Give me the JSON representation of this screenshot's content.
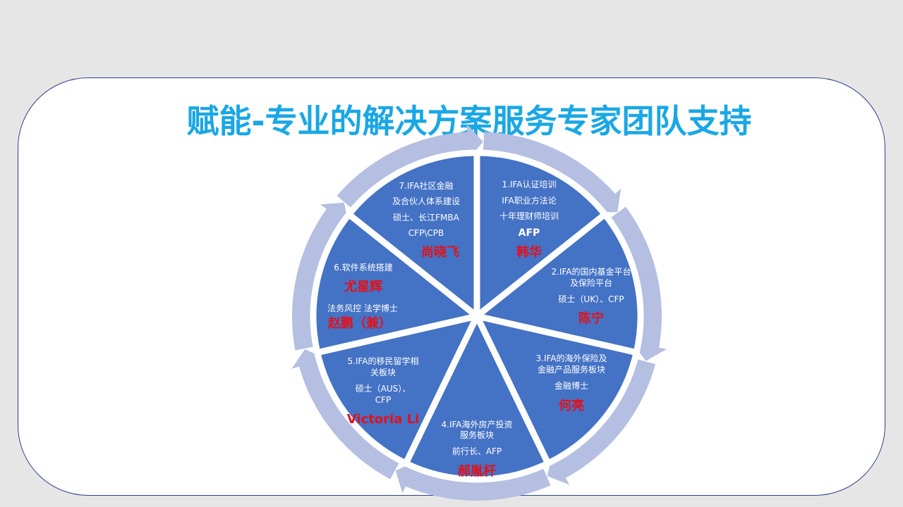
{
  "title": "赋能-专业的解决方案服务专家团队支持",
  "colors": {
    "background": "#e6e6e6",
    "panel_border": "#2f3f86",
    "title": "#1aa7e5",
    "segment_fill": "#4472c4",
    "ring": "#b4bfe2",
    "name_red": "#e3111b"
  },
  "segments": [
    {
      "lines": [
        "1.IFA认证培训",
        "IFA职业方法论",
        "十年理财师培训"
      ],
      "emph": "AFP",
      "names": [
        "韩华"
      ]
    },
    {
      "lines": [
        "2.IFA的国内基金平台",
        "及保险平台",
        "硕士（UK）、CFP"
      ],
      "names": [
        "陈宁"
      ]
    },
    {
      "lines": [
        "3.IFA的海外保险及",
        "金融产品服务板块",
        "金融博士"
      ],
      "names": [
        "何亮"
      ]
    },
    {
      "lines": [
        "4.IFA海外房产投资",
        "服务板块",
        "前行长、AFP"
      ],
      "names": [
        "郝胤杆"
      ]
    },
    {
      "lines": [
        "5.IFA的移民留学相",
        "关板块",
        "硕士（AUS）、",
        "CFP"
      ],
      "names": [
        "Victoria Li"
      ]
    },
    {
      "lines": [
        "6.软件系统搭建",
        "法务风控   法学博士"
      ],
      "names": [
        "尤星辉",
        "赵鹏（兼）"
      ]
    },
    {
      "lines": [
        "7.IFA社区金融",
        "及合伙人体系建设",
        "硕士、长江FMBA",
        "CFP\\CPB"
      ],
      "names": [
        "尚晓飞"
      ]
    }
  ]
}
